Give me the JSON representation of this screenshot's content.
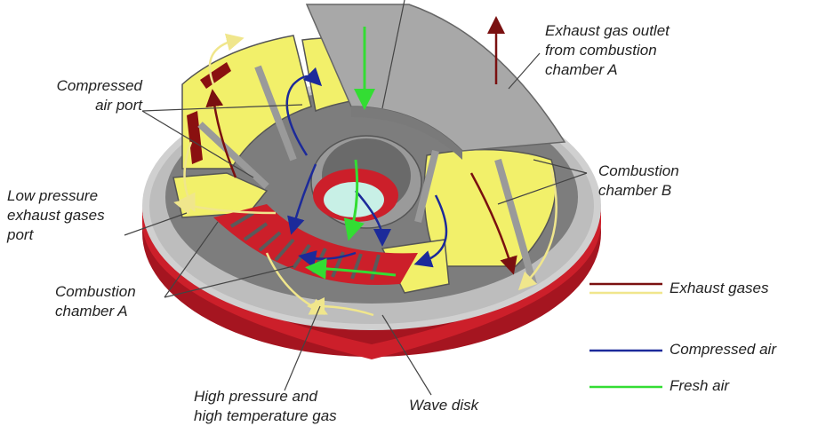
{
  "colors": {
    "exhaust_dark": "#7a1010",
    "exhaust_light": "#f0e68c",
    "compressed_air": "#1c2a9a",
    "fresh_air": "#33dd33",
    "housing_red": "#cc1f2a",
    "chamber_yellow": "#f2f06a",
    "metal_gray": "#9a9a9a"
  },
  "labels": {
    "exhaust_outlet": [
      "Exhaust gas outlet",
      "from combustion",
      "chamber A"
    ],
    "compressed_air_port": [
      "Compressed",
      "air port"
    ],
    "combustion_b": [
      "Combustion",
      "chamber B"
    ],
    "low_pressure_port": [
      "Low pressure",
      "exhaust gases",
      "port"
    ],
    "combustion_a": [
      "Combustion",
      "chamber A"
    ],
    "high_pressure": [
      "High pressure and",
      "high temperature gas"
    ],
    "wave_disk": "Wave disk"
  },
  "legend": {
    "exhaust": "Exhaust gases",
    "compressed": "Compressed air",
    "fresh": "Fresh air"
  }
}
